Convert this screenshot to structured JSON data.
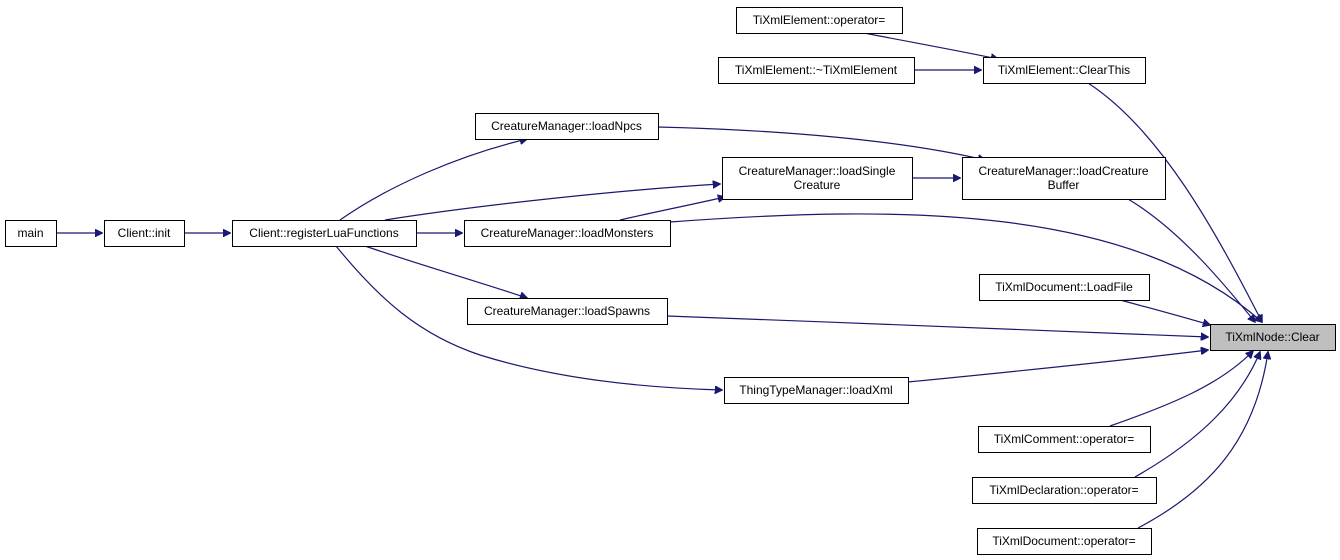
{
  "graph": {
    "focus_node": "TiXmlNode::Clear",
    "nodes": [
      {
        "id": "main",
        "lines": [
          "main"
        ]
      },
      {
        "id": "client-init",
        "lines": [
          "Client::init"
        ]
      },
      {
        "id": "register-lua",
        "lines": [
          "Client::registerLuaFunctions"
        ]
      },
      {
        "id": "load-npcs",
        "lines": [
          "CreatureManager::loadNpcs"
        ]
      },
      {
        "id": "load-single",
        "lines": [
          "CreatureManager::loadSingle",
          "Creature"
        ]
      },
      {
        "id": "load-monsters",
        "lines": [
          "CreatureManager::loadMonsters"
        ]
      },
      {
        "id": "load-spawns",
        "lines": [
          "CreatureManager::loadSpawns"
        ]
      },
      {
        "id": "thing-loadxml",
        "lines": [
          "ThingTypeManager::loadXml"
        ]
      },
      {
        "id": "elem-op",
        "lines": [
          "TiXmlElement::operator="
        ]
      },
      {
        "id": "elem-dtor",
        "lines": [
          "TiXmlElement::~TiXmlElement"
        ]
      },
      {
        "id": "elem-clear",
        "lines": [
          "TiXmlElement::ClearThis"
        ]
      },
      {
        "id": "load-buffer",
        "lines": [
          "CreatureManager::loadCreature",
          "Buffer"
        ]
      },
      {
        "id": "doc-loadfile",
        "lines": [
          "TiXmlDocument::LoadFile"
        ]
      },
      {
        "id": "node-clear",
        "lines": [
          "TiXmlNode::Clear"
        ]
      },
      {
        "id": "comment-op",
        "lines": [
          "TiXmlComment::operator="
        ]
      },
      {
        "id": "decl-op",
        "lines": [
          "TiXmlDeclaration::operator="
        ]
      },
      {
        "id": "doc-op",
        "lines": [
          "TiXmlDocument::operator="
        ]
      }
    ],
    "edges": [
      {
        "from": "main",
        "to": "client-init"
      },
      {
        "from": "client-init",
        "to": "register-lua"
      },
      {
        "from": "register-lua",
        "to": "load-npcs"
      },
      {
        "from": "register-lua",
        "to": "load-single"
      },
      {
        "from": "register-lua",
        "to": "load-monsters"
      },
      {
        "from": "register-lua",
        "to": "load-spawns"
      },
      {
        "from": "register-lua",
        "to": "thing-loadxml"
      },
      {
        "from": "load-monsters",
        "to": "load-single"
      },
      {
        "from": "load-single",
        "to": "load-buffer"
      },
      {
        "from": "load-npcs",
        "to": "load-buffer"
      },
      {
        "from": "elem-op",
        "to": "elem-clear"
      },
      {
        "from": "elem-dtor",
        "to": "elem-clear"
      },
      {
        "from": "elem-clear",
        "to": "node-clear"
      },
      {
        "from": "load-buffer",
        "to": "node-clear"
      },
      {
        "from": "load-monsters",
        "to": "node-clear"
      },
      {
        "from": "doc-loadfile",
        "to": "node-clear"
      },
      {
        "from": "load-spawns",
        "to": "node-clear"
      },
      {
        "from": "thing-loadxml",
        "to": "node-clear"
      },
      {
        "from": "comment-op",
        "to": "node-clear"
      },
      {
        "from": "decl-op",
        "to": "node-clear"
      },
      {
        "from": "doc-op",
        "to": "node-clear"
      }
    ]
  },
  "colors": {
    "edge": "#191970",
    "focus_fill": "#bfbfbf",
    "node_fill": "#ffffff",
    "node_border": "#000000"
  }
}
